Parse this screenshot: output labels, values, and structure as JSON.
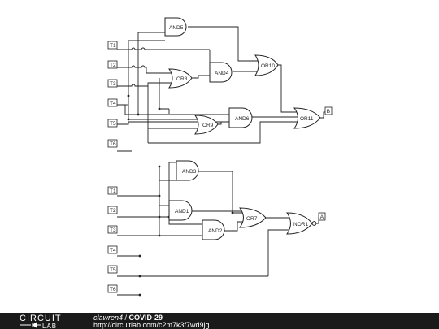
{
  "circuit": {
    "top": {
      "inputs": [
        "T1",
        "T2",
        "T3",
        "T4",
        "T5",
        "T6"
      ],
      "gates": {
        "and5": "AND5",
        "or8": "OR8",
        "and4": "AND4",
        "or10": "OR10",
        "or9": "OR9",
        "and6": "AND6",
        "or11": "OR11"
      },
      "output": "B"
    },
    "bottom": {
      "inputs": [
        "T1",
        "T2",
        "T3",
        "T4",
        "T5",
        "T6"
      ],
      "gates": {
        "and3": "AND3",
        "and1": "AND1",
        "and2": "AND2",
        "or7": "OR7",
        "nor1": "NOR1"
      },
      "output": "A"
    }
  },
  "footer": {
    "logo_line1": "CIRCUIT",
    "logo_line2": "LAB",
    "author": "clawren4",
    "separator": " / ",
    "title": "COVID-29",
    "url": "http://circuitlab.com/c2m7k3f7wd9jg"
  },
  "colors": {
    "footer_bg": "#1a1a1a",
    "wire": "#222222",
    "background": "#ffffff"
  }
}
